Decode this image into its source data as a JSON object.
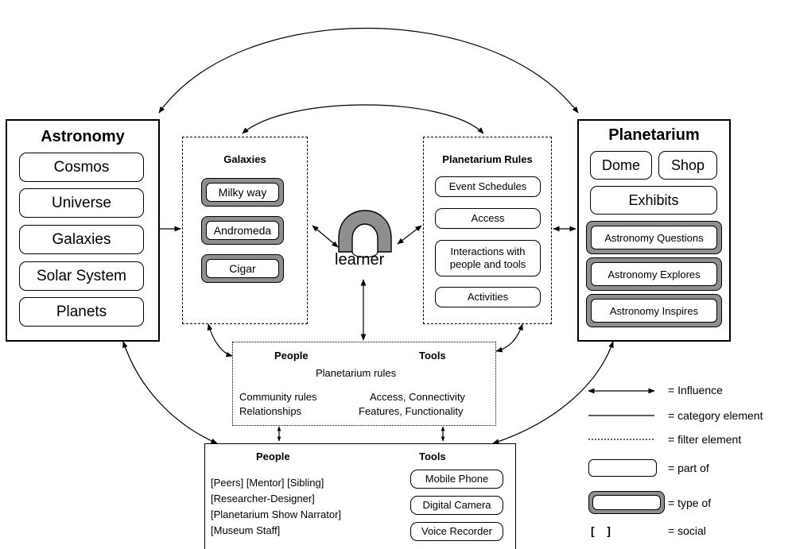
{
  "astronomy": {
    "title": "Astronomy",
    "items": [
      "Cosmos",
      "Universe",
      "Galaxies",
      "Solar System",
      "Planets"
    ]
  },
  "galaxies": {
    "title": "Galaxies",
    "items": [
      "Milky way",
      "Andromeda",
      "Cigar"
    ]
  },
  "learner": {
    "label": "learner"
  },
  "planetarium_rules": {
    "title": "Planetarium Rules",
    "items": [
      "Event Schedules",
      "Access",
      "Interactions with people and tools",
      "Activities"
    ]
  },
  "planetarium": {
    "title": "Planetarium",
    "parts": [
      "Dome",
      "Shop",
      "Exhibits"
    ],
    "types": [
      "Astronomy Questions",
      "Astronomy Explores",
      "Astronomy Inspires"
    ]
  },
  "filter": {
    "people_header": "People",
    "tools_header": "Tools",
    "center": "Planetarium rules",
    "left_lines": [
      "Community rules",
      "Relationships"
    ],
    "right_lines": [
      "Access, Connectivity",
      "Features, Functionality"
    ]
  },
  "bottom": {
    "people_header": "People",
    "tools_header": "Tools",
    "people_lines": [
      "[Peers] [Mentor] [Sibling]",
      "[Researcher-Designer]",
      "[Planetarium Show Narrator]",
      "[Museum Staff]"
    ],
    "tools": [
      "Mobile Phone",
      "Digital Camera",
      "Voice Recorder"
    ]
  },
  "legend": {
    "influence": "= Influence",
    "category": "= category element",
    "filter": "= filter element",
    "part_of": "= part of",
    "type_of": "= type of",
    "social_symbol": "[    ]",
    "social": "= social"
  },
  "colors": {
    "type_of_border": "#8e8e8e",
    "learner_fill": "#8e8e8e"
  }
}
